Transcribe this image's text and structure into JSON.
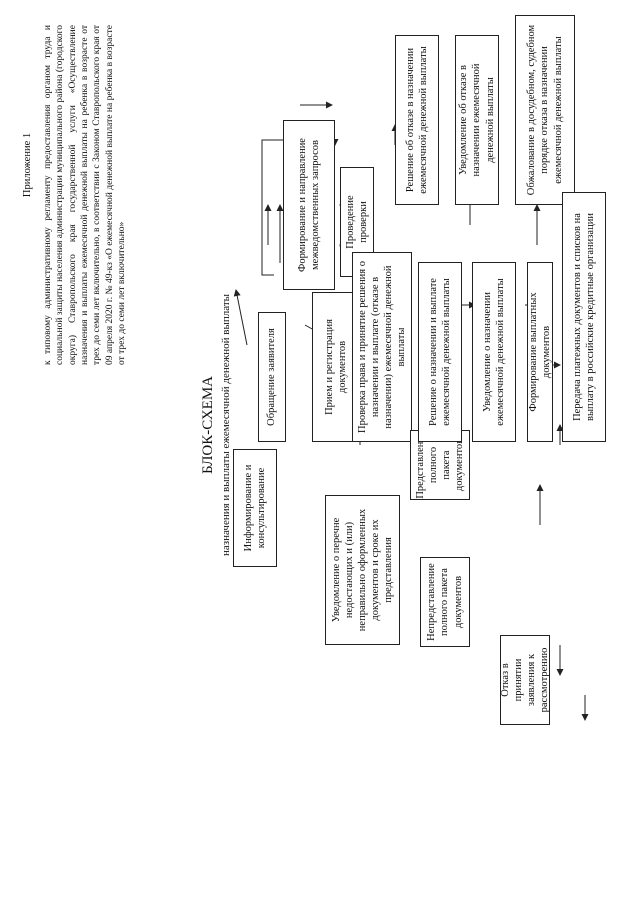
{
  "appendix": {
    "label": "Приложение 1",
    "text": "к типовому административному регламенту предоставления органом труда и социальной защиты населения администрации муниципального района (городского округа) Ставропольского края государственной услуги «Осуществление назначения и выплаты ежемесячной денежной выплаты на ребенка в возрасте от трех до семи лет включительно, в соответствии с Законом Ставропольского края от 09 апреля 2020 г. № 49-кз «О ежемесячной денежной выплате на ребенка в возрасте от трех до семи лет включительно»"
  },
  "title": {
    "main": "БЛОК-СХЕМА",
    "sub": "назначения и выплаты ежемесячной денежной выплаты"
  },
  "boxes": {
    "appeal": "Обращение заявителя",
    "reception": "Прием и регистрация документов",
    "info": "Информирование и консультирование",
    "interagency": "Формирование и направление межведомственных запросов",
    "checks": "Проведение проверки",
    "verification": "Проверка права и принятие решения о назначении и выплате (отказе в назначении) ежемесячной денежной выплаты",
    "notify_missing": "Уведомление о перечне недостающих и (или) неправильно оформленных документов и сроке их представления",
    "full_package": "Представление полного пакета документов",
    "no_full_package": "Непредставление полного пакета документов",
    "refusal_accept": "Отказ в принятии заявления к рассмотрению",
    "decision_refuse": "Решение об отказе в назначении ежемесячной денежной выплаты",
    "notify_refuse": "Уведомление об отказе в назначении ежемесячной денежной выплаты",
    "appeal_refuse": "Обжалование в досудебном, судебном порядке отказа в назначении ежемесячной денежной выплаты",
    "decision_assign": "Решение о назначении и выплате ежемесячной денежной выплаты",
    "notify_assign": "Уведомление о назначении ежемесячной денежной выплаты",
    "payment_docs": "Формирование выплатных документов",
    "transfer_docs": "Передача платежных документов и списков на выплату в российские кредитные организации"
  }
}
